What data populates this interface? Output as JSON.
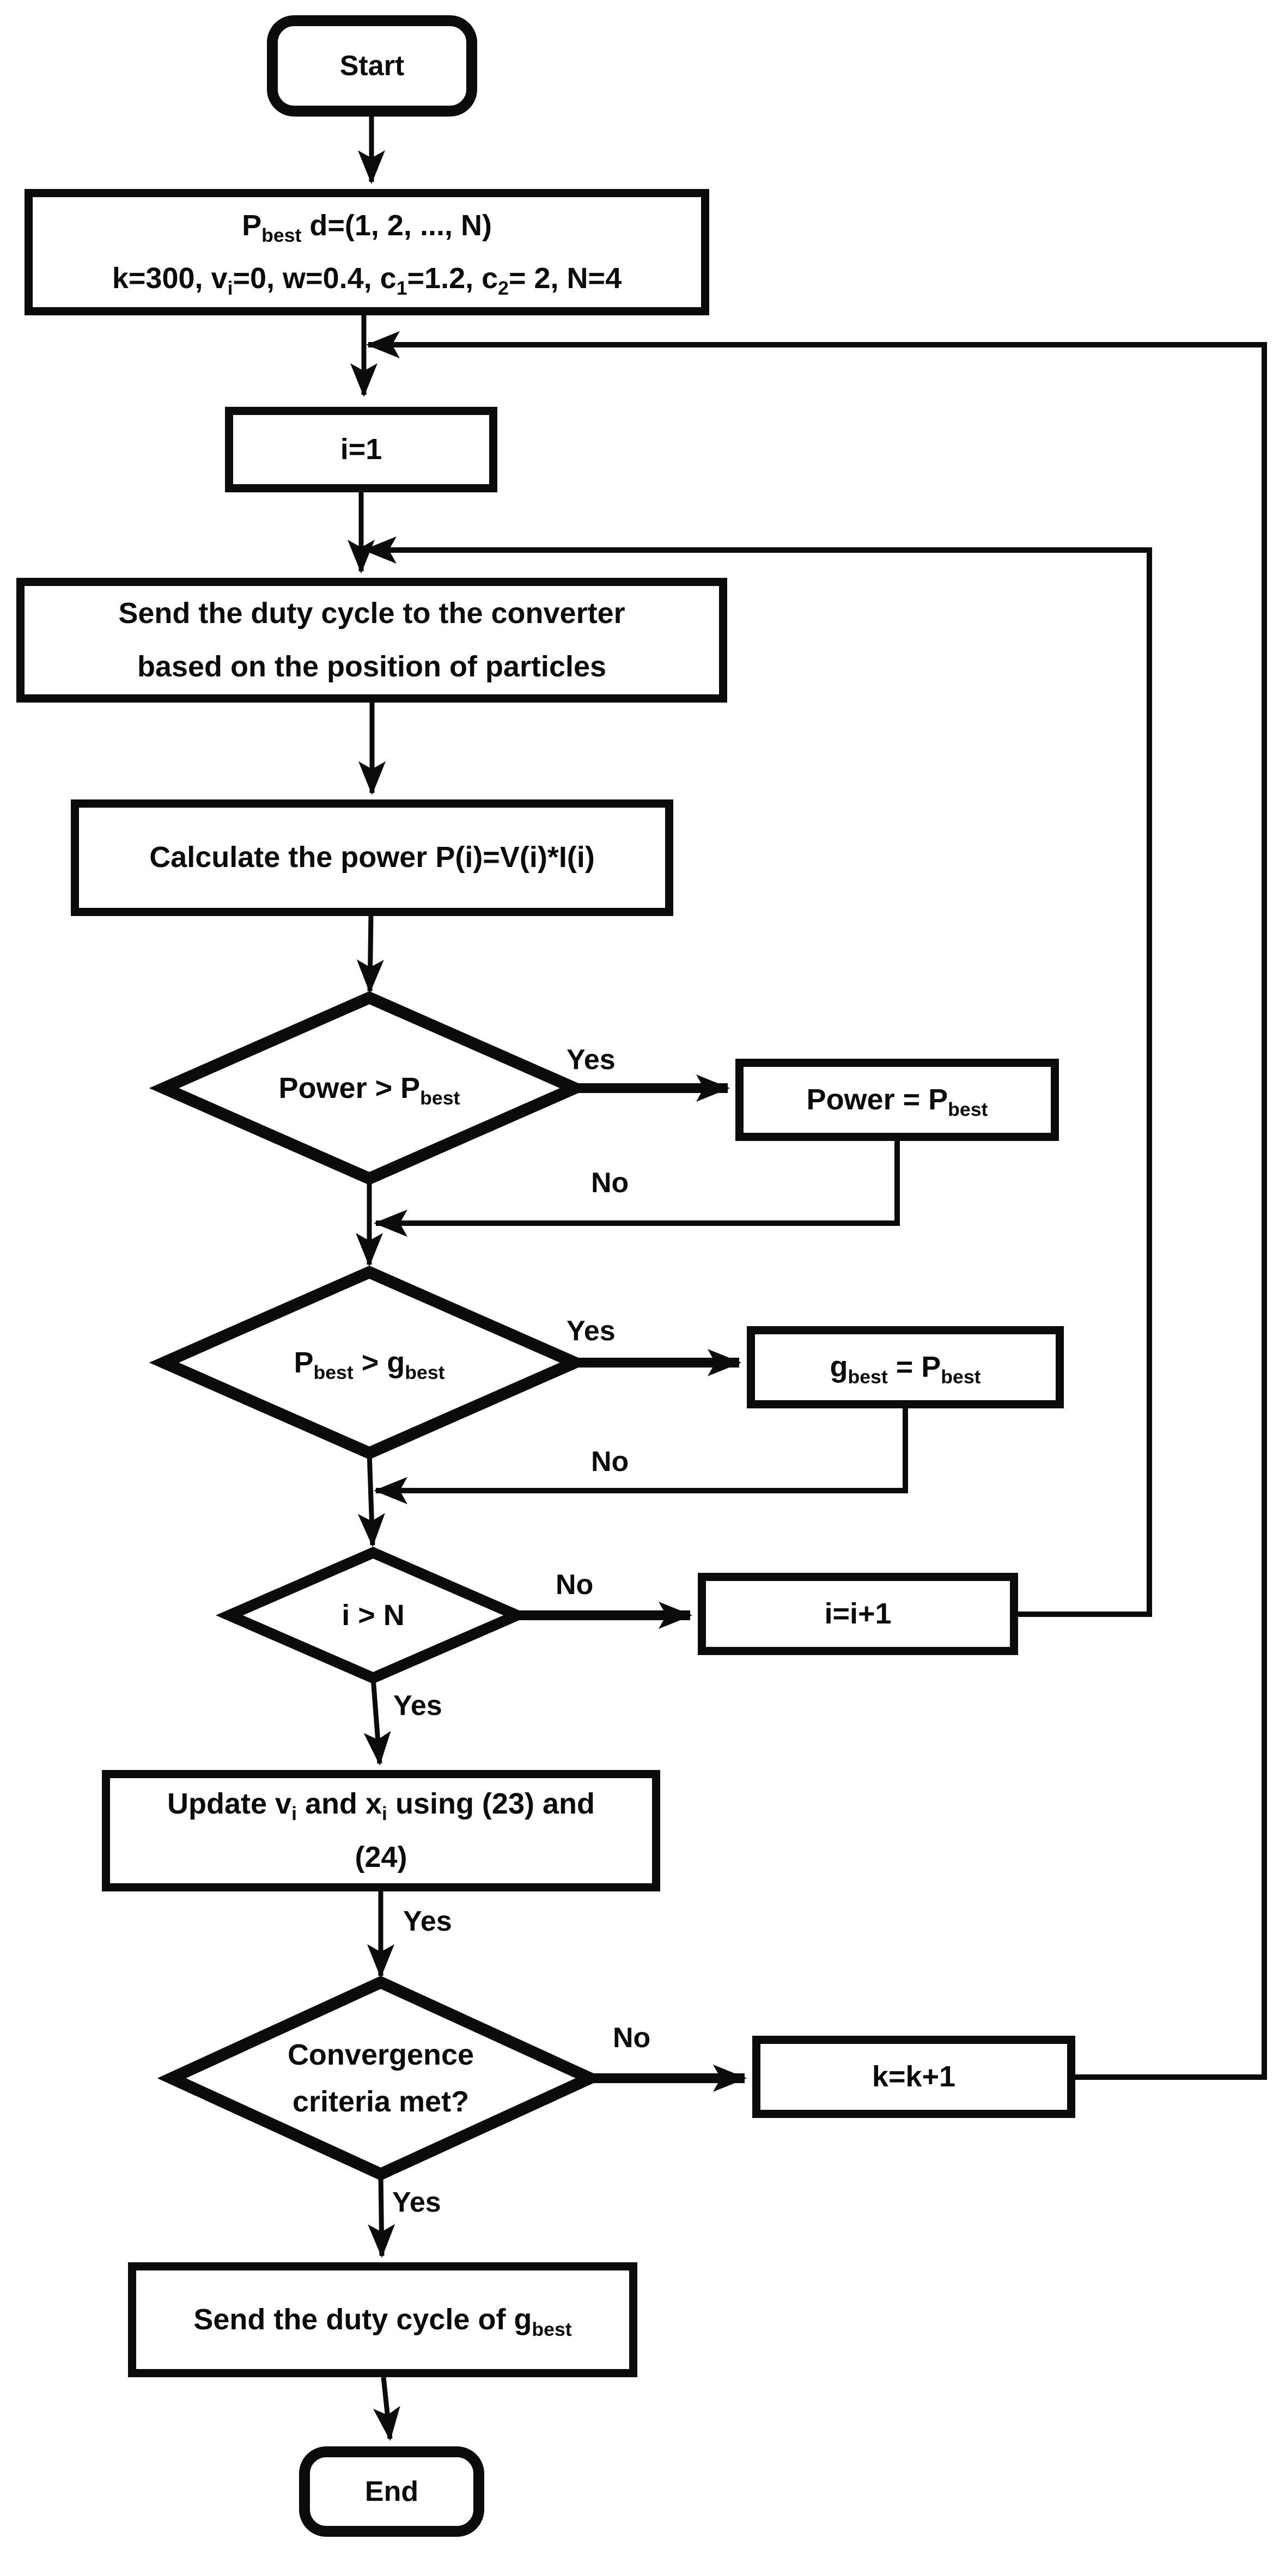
{
  "colors": {
    "ink": "#0b0b0b",
    "bg": "#ffffff"
  },
  "flowchart": {
    "nodes": {
      "start": {
        "label": "Start"
      },
      "init": {
        "line1": "P_{best} d=(1, 2, ..., N)",
        "line2": "k=300, v_{i}=0, w=0.4, c_{1}=1.2, c_{2}= 2, N=4"
      },
      "set_i": {
        "label": "i=1"
      },
      "send_duty": {
        "line1": "Send the duty cycle to the converter",
        "line2": "based on the position of particles"
      },
      "calc_power": {
        "label": "Calculate the power P(i)=V(i)*I(i)"
      },
      "power_check": {
        "label": "Power > P_{best}"
      },
      "assign_pbest": {
        "label": "Power = P_{best}"
      },
      "pbest_check": {
        "label": "P_{best} > g_{best}"
      },
      "assign_gbest": {
        "label": "g_{best} = P_{best}"
      },
      "index_check": {
        "label": "i > N"
      },
      "increment_i": {
        "label": "i=i+1"
      },
      "update_vx": {
        "line1": "Update v_{i} and x_{i} using (23) and",
        "line2": "(24)"
      },
      "convergence_check": {
        "line1": "Convergence",
        "line2": "criteria met?"
      },
      "increment_k": {
        "label": "k=k+1"
      },
      "send_gbest": {
        "label": "Send the duty cycle of g_{best}"
      },
      "end": {
        "label": "End"
      }
    },
    "edge_labels": {
      "power_yes": "Yes",
      "power_no": "No",
      "pbest_yes": "Yes",
      "pbest_no": "No",
      "index_no": "No",
      "index_yes": "Yes",
      "update_yes": "Yes",
      "convergence_no": "No",
      "convergence_yes": "Yes"
    }
  }
}
